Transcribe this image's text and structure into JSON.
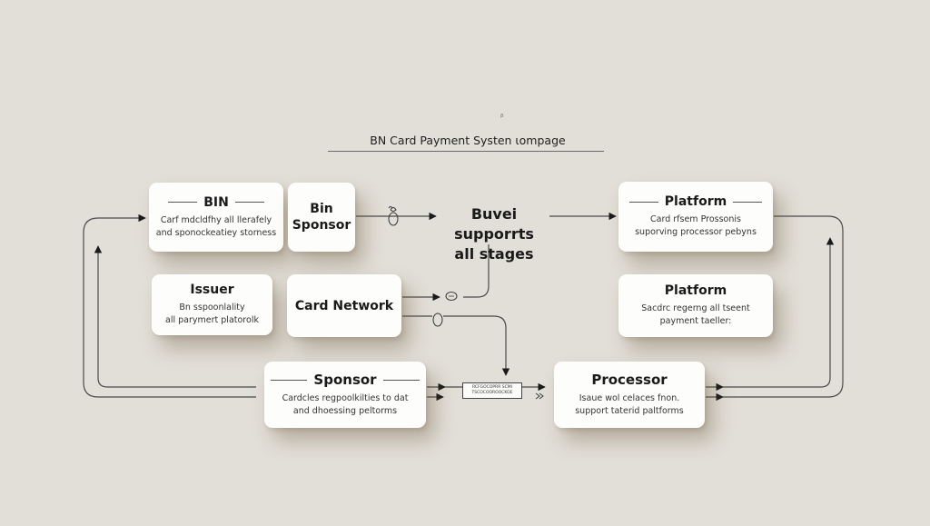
{
  "title": "BN Card Payment Systen ιompage",
  "cursor_glyph": "ᵦ",
  "center_label": {
    "line1": "Buvei supporrts",
    "line2": "all stages"
  },
  "cards": {
    "bin": {
      "title": "BIN",
      "desc_line1": "Carf mdcldfhy all llerafely",
      "desc_line2": "and sponockeatiey storness"
    },
    "bin_sponsor": {
      "title_line1": "Bin",
      "title_line2": "Sponsor"
    },
    "platform_top": {
      "title": "Platform",
      "desc_line1": "Card rfsem Prossonis",
      "desc_line2": "suporving processor pebyns"
    },
    "issuer": {
      "title": "Issuer",
      "desc_line1": "Bn sspoonlality",
      "desc_line2": "all parymert platorolk"
    },
    "card_network": {
      "title": "Card Network"
    },
    "platform_mid": {
      "title": "Platform",
      "desc_line1": "Sacdrc regerng all tseent",
      "desc_line2": "payment taeller:"
    },
    "sponsor": {
      "title": "Sponsor",
      "desc_line1": "Cardcles regpoolkilties to dat",
      "desc_line2": "and dhoessing peltorms"
    },
    "processor": {
      "title": "Processor",
      "desc_line1": "Isaue wol celaces fnon.",
      "desc_line2": "support taterid paltforms"
    }
  },
  "small_box": {
    "line1": "RCFGOCOPRR SCMI",
    "line2": "TSCOCOOROOCKOE"
  },
  "colors": {
    "background": "#e2dfd8",
    "card": "#fdfdfc",
    "line": "#3a3a3a",
    "text": "#1a1a1a"
  }
}
